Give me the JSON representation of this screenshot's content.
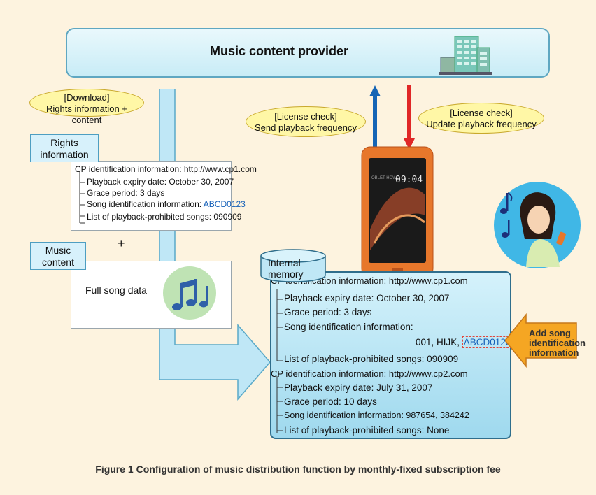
{
  "provider": {
    "title": "Music content provider"
  },
  "bubbles": {
    "download": [
      "[Download]",
      "Rights information + content"
    ],
    "send": [
      "[License check]",
      "Send playback frequency"
    ],
    "update": [
      "[License check]",
      "Update playback frequency"
    ]
  },
  "tags": {
    "rights": [
      "Rights",
      "information"
    ],
    "music": [
      "Music",
      "content"
    ]
  },
  "rights_card": {
    "cp": "CP identification information: http://www.cp1.com",
    "expiry": "Playback expiry date: October 30, 2007",
    "grace": "Grace period: 3 days",
    "song_prefix": "Song identification information: ",
    "song_code": "ABCD0123",
    "prohibited": "List of playback-prohibited songs: 090909"
  },
  "plus": "+",
  "music_card": {
    "label": "Full song data"
  },
  "memory": {
    "label": [
      "Internal",
      "memory"
    ],
    "cp1": {
      "cp": "CP identification information: http://www.cp1.com",
      "expiry": "Playback expiry date: October 30, 2007",
      "grace": "Grace period: 3 days",
      "song_label": "Song identification information:",
      "song_values": "001, HIJK,",
      "song_code": "ABCD0123",
      "prohibited": "List of playback-prohibited songs: 090909"
    },
    "cp2": {
      "cp": "CP identification information: http://www.cp2.com",
      "expiry": "Playback expiry date: July 31, 2007",
      "grace": "Grace period: 10 days",
      "song": "Song identification information: 987654, 384242",
      "prohibited": "List of playback-prohibited songs: None"
    }
  },
  "add_label": [
    "Add song",
    "identification",
    "information"
  ],
  "phone": {
    "time": "09:04",
    "brand": "OBLET HOW"
  },
  "caption": "Figure 1  Configuration of music distribution function by monthly-fixed subscription fee",
  "colors": {
    "upload_arrow": "#1565b5",
    "download_arrow": "#e02727",
    "flow_arrow": "#bfe7f6",
    "add_arrow": "#f5a623",
    "phone_body": "#e7772b"
  }
}
